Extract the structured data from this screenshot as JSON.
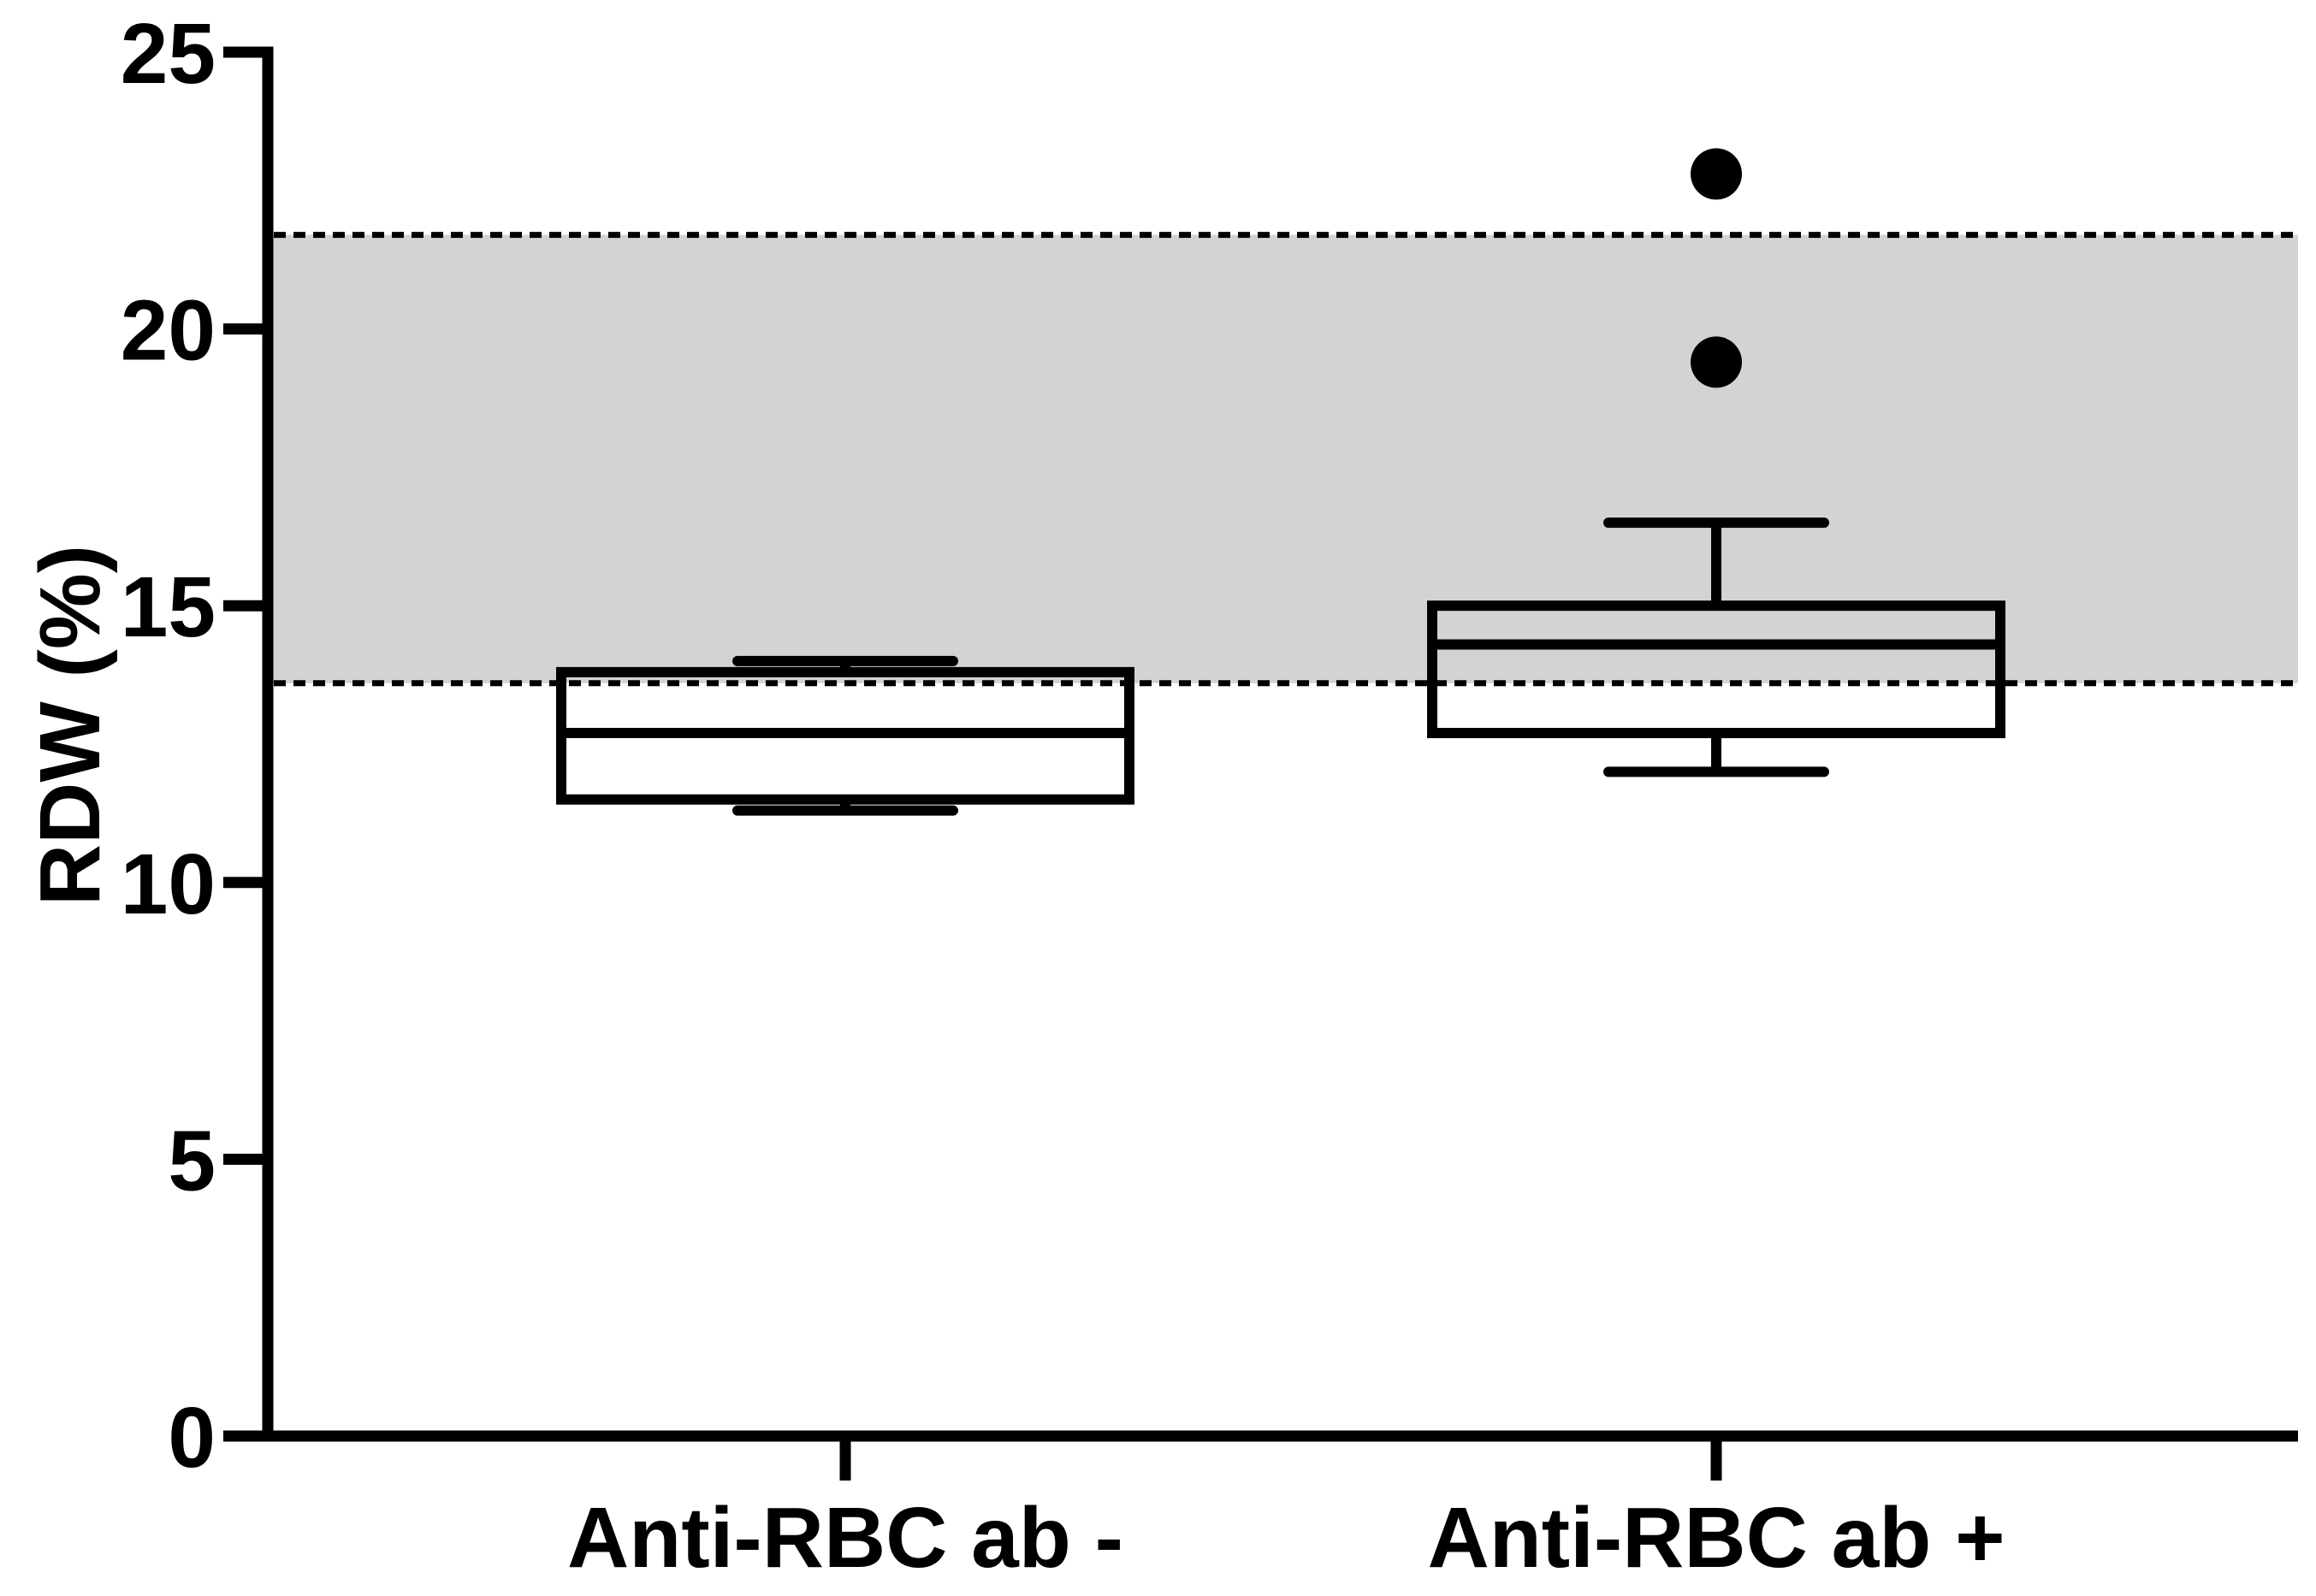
{
  "chart_data": {
    "type": "box",
    "categories": [
      "Anti-RBC ab -",
      "Anti-RBC ab +"
    ],
    "boxes": [
      {
        "whisker_low": 11.3,
        "q1": 11.5,
        "median": 12.7,
        "q3": 13.8,
        "whisker_high": 14.0,
        "outliers": []
      },
      {
        "whisker_low": 12.0,
        "q1": 12.7,
        "median": 14.3,
        "q3": 15.0,
        "whisker_high": 16.5,
        "outliers": [
          19.4,
          22.8
        ]
      }
    ],
    "ylabel": "RDW (%)",
    "ylim": [
      0,
      25
    ],
    "yticks": [
      0,
      5,
      10,
      15,
      20,
      25
    ],
    "grid": false,
    "reference_band": {
      "low": 13.6,
      "high": 21.7
    },
    "colors": {
      "axis": "#000000",
      "box": "#000000",
      "outlier": "#000000",
      "band": "#d3d3d3",
      "band_edge": "#000000",
      "background": "#ffffff"
    }
  }
}
